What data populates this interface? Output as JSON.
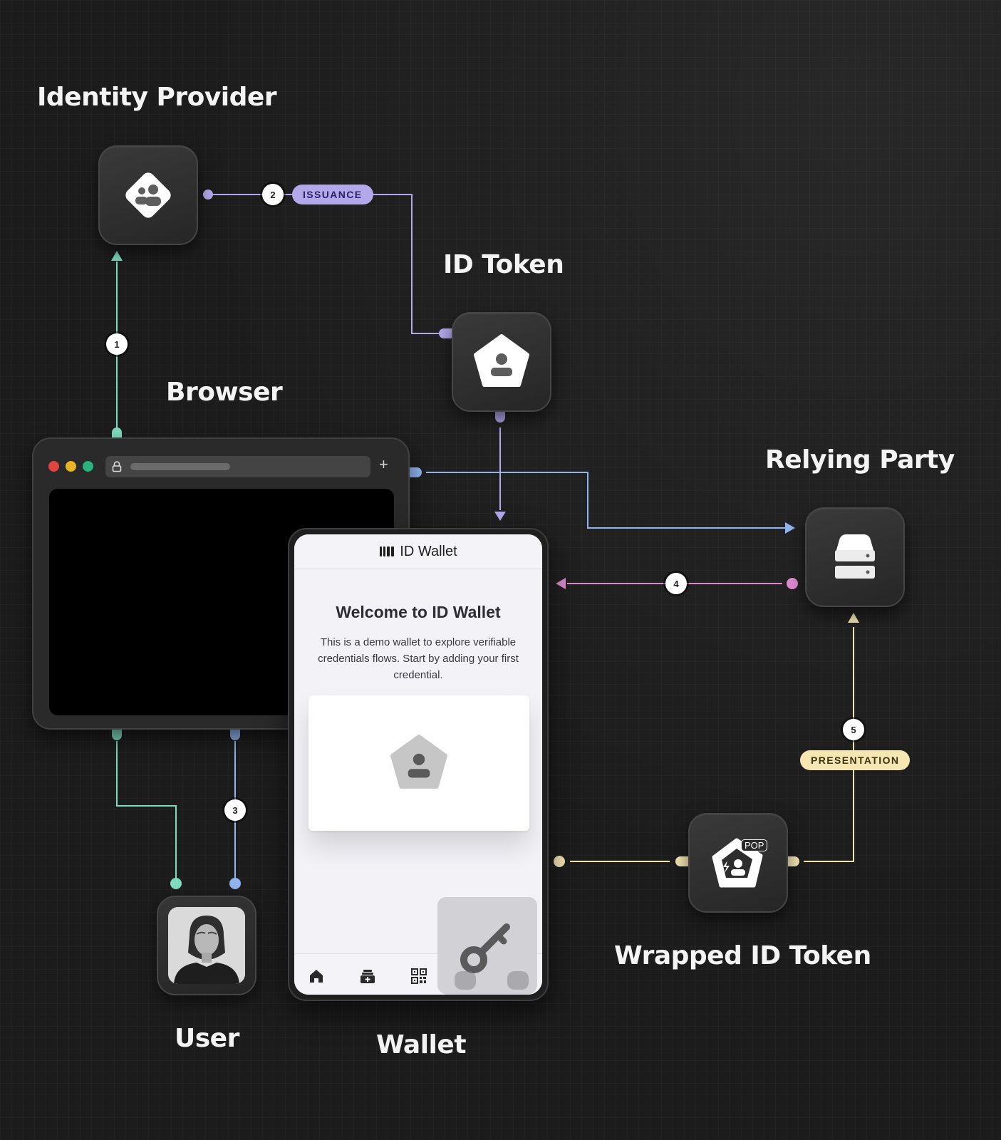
{
  "headings": {
    "identity_provider": "Identity Provider",
    "id_token": "ID Token",
    "browser": "Browser",
    "relying_party": "Relying Party",
    "wrapped_id_token": "Wrapped ID Token",
    "user": "User",
    "wallet": "Wallet"
  },
  "steps": {
    "one": "1",
    "two": "2",
    "three": "3",
    "four": "4",
    "five": "5"
  },
  "pills": {
    "issuance": "ISSUANCE",
    "presentation": "PRESENTATION"
  },
  "browser": {
    "new_tab_symbol": "+"
  },
  "wallet_app": {
    "app_title": "ID Wallet",
    "welcome_title": "Welcome to ID Wallet",
    "intro_text": "This is a demo wallet to explore verifiable credentials flows. Start by adding your first credential.",
    "tabs": [
      "home-icon",
      "add-card-icon",
      "qr-code-icon"
    ]
  },
  "badges": {
    "pop": "POP"
  },
  "colors": {
    "background": "#1c1c1c",
    "issuance": "#b3a8ea",
    "browser_flow": "#7fdcc0",
    "relying_party_flow": "#8fb4ef",
    "response_flow": "#dd8ad2",
    "presentation": "#f5e6b2"
  },
  "icons": {
    "identity_provider": "user-group-diamond-icon",
    "id_token": "user-pentagon-icon",
    "relying_party": "server-stack-icon",
    "wrapped_id_token": "pop-user-pentagon-icon",
    "credential_placeholder": "user-pentagon-icon",
    "key": "key-icon",
    "lock": "lock-icon"
  }
}
